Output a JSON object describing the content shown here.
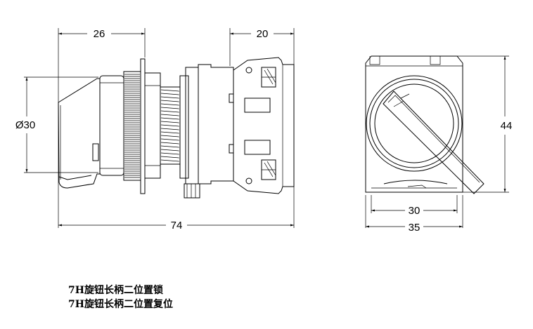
{
  "dimensions": {
    "side_view_width": "26",
    "block_depth": "20",
    "diameter": "Ø30",
    "total_length": "74",
    "height": "44",
    "front_inner_width": "30",
    "front_outer_width": "35"
  },
  "captions": [
    "7H旋钮长柄二位置锁",
    "7H旋钮长柄二位置复位"
  ]
}
